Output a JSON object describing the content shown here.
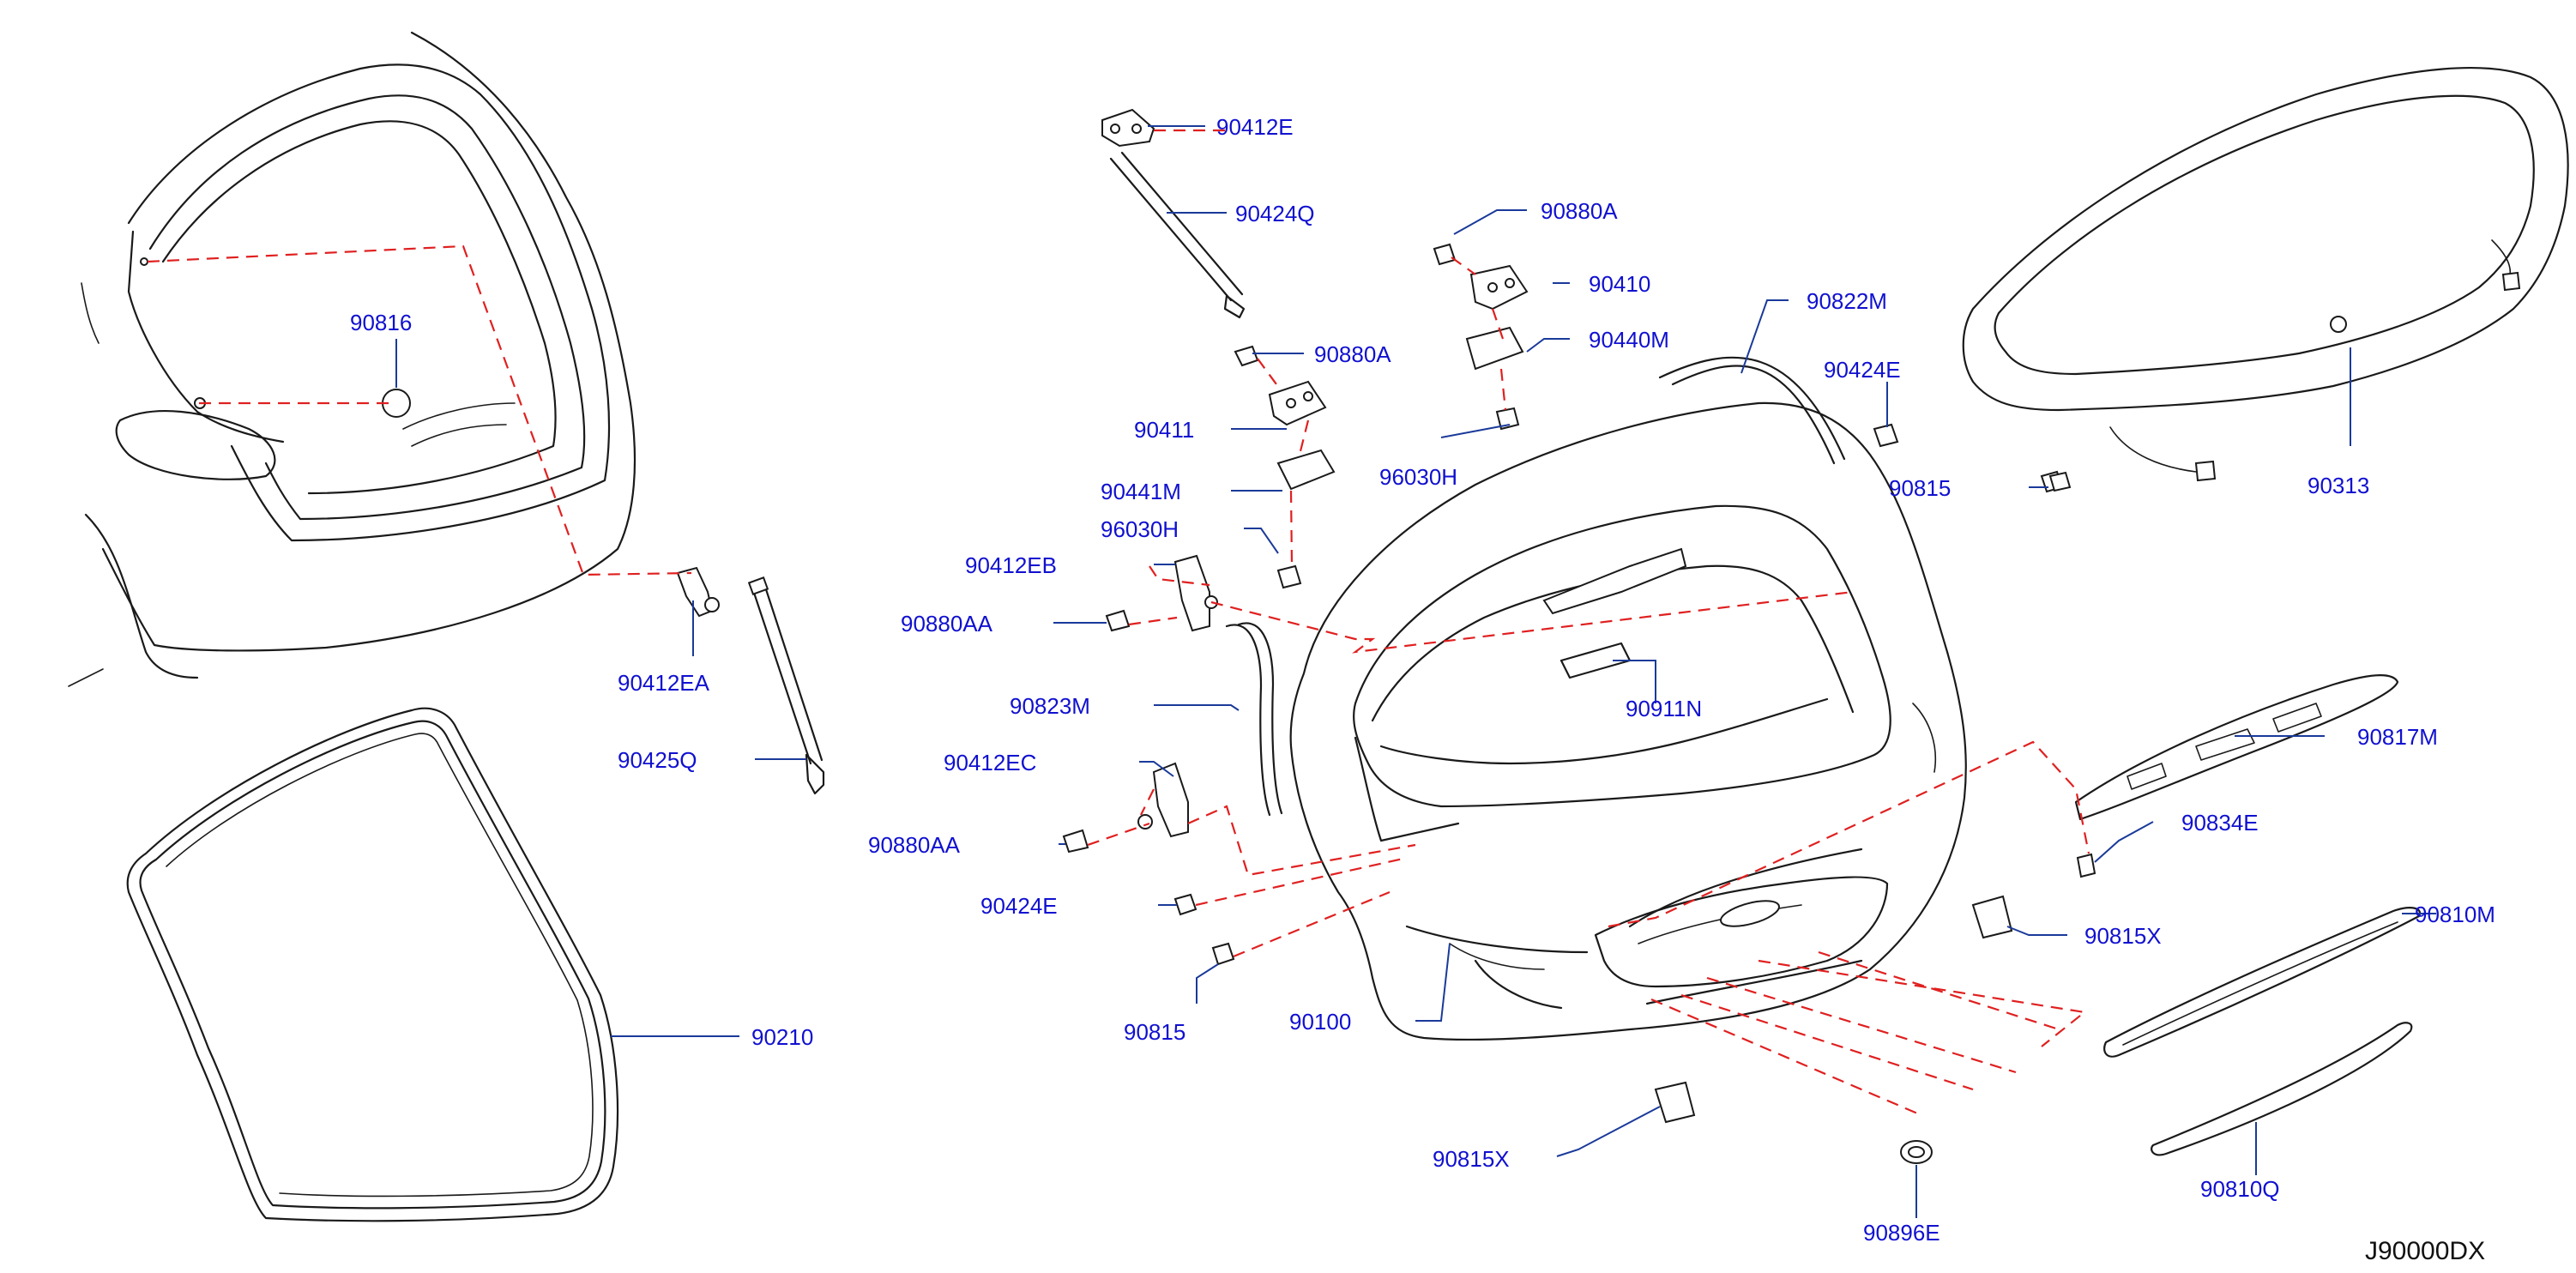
{
  "colors": {
    "callout": "#1010d0",
    "leader": "#1a3a9a",
    "guide": "#e02020",
    "outline": "#1a1a1a"
  },
  "labels": {
    "p90816": "90816",
    "p90412EA": "90412EA",
    "p90425Q": "90425Q",
    "p90210": "90210",
    "p90412E": "90412E",
    "p90424Q": "90424Q",
    "p90880A_1": "90880A",
    "p90411": "90411",
    "p90441M": "90441M",
    "p96030H_1": "96030H",
    "p90412EB": "90412EB",
    "p90880AA_1": "90880AA",
    "p90823M": "90823M",
    "p90412EC": "90412EC",
    "p90880AA_2": "90880AA",
    "p90424E_1": "90424E",
    "p90815_1": "90815",
    "p90100": "90100",
    "p90880A_2": "90880A",
    "p90410": "90410",
    "p90440M": "90440M",
    "p96030H_2": "96030H",
    "p90822M": "90822M",
    "p90911N": "90911N",
    "p90424E_2": "90424E",
    "p90815_2": "90815",
    "p90313": "90313",
    "p90817M": "90817M",
    "p90834E": "90834E",
    "p90815X_1": "90815X",
    "p90810M": "90810M",
    "p90810Q": "90810Q",
    "p90815X_2": "90815X",
    "p90896E": "90896E"
  },
  "diagram_ref": "J90000DX"
}
